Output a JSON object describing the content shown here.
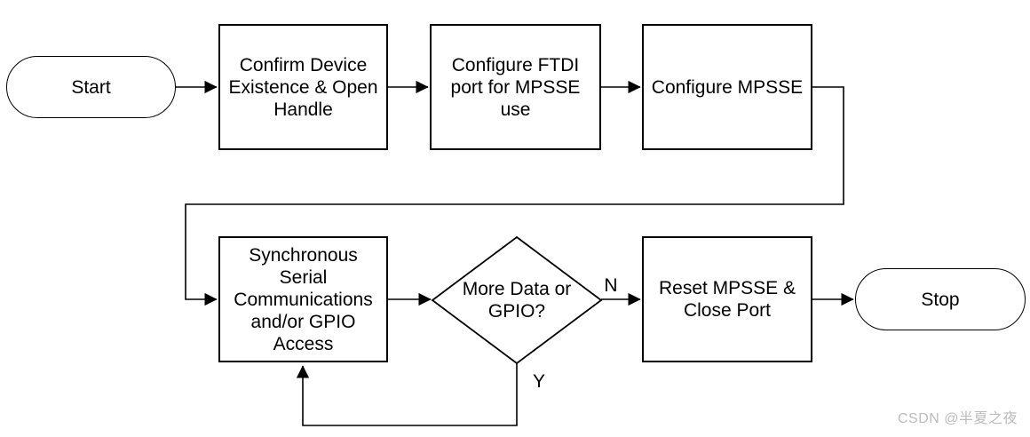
{
  "diagram": {
    "nodes": {
      "start": {
        "type": "terminator",
        "label": "Start"
      },
      "confirm_device": {
        "type": "process",
        "label": "Confirm Device\nExistence & Open\nHandle"
      },
      "configure_ftdi": {
        "type": "process",
        "label": "Configure FTDI\nport for MPSSE\nuse"
      },
      "configure_mpsse": {
        "type": "process",
        "label": "Configure MPSSE"
      },
      "sync_serial": {
        "type": "process",
        "label": "Synchronous\nSerial\nCommunications\nand/or GPIO\nAccess"
      },
      "more_data": {
        "type": "decision",
        "label": "More Data or\nGPIO?"
      },
      "reset_mpsse": {
        "type": "process",
        "label": "Reset MPSSE &\nClose Port"
      },
      "stop": {
        "type": "terminator",
        "label": "Stop"
      }
    },
    "edge_labels": {
      "no": "N",
      "yes": "Y"
    },
    "colors": {
      "stroke": "#000000",
      "fill": "#ffffff",
      "text": "#000000",
      "watermark": "#bcbcbc"
    }
  },
  "watermark": {
    "text": "CSDN @半夏之夜"
  }
}
